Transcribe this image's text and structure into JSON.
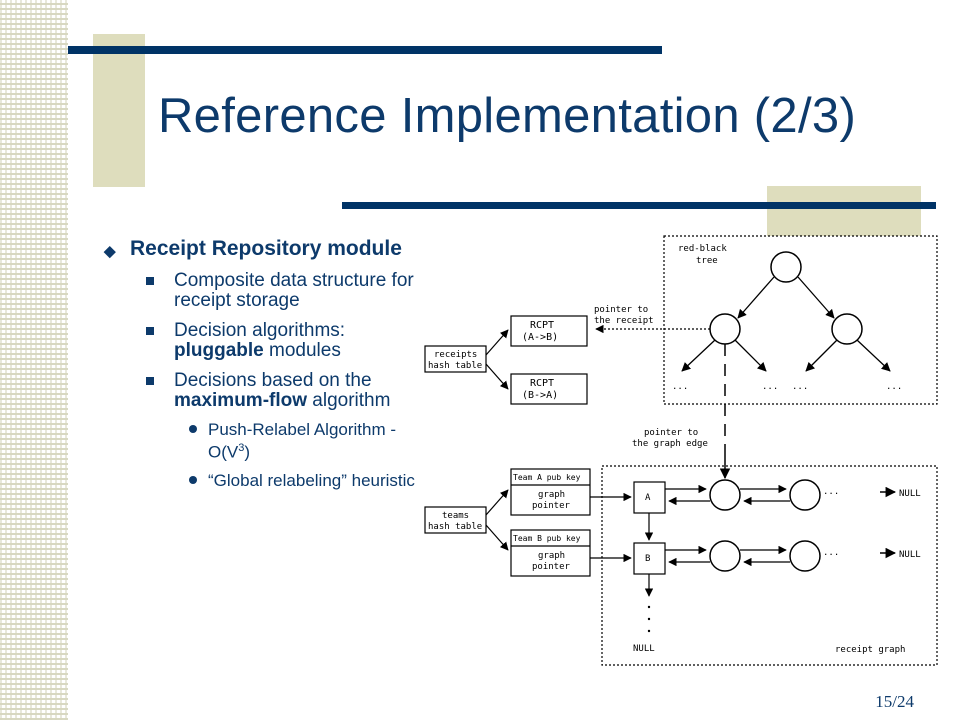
{
  "slide": {
    "title": "Reference Implementation (2/3)",
    "page_number": "15/24",
    "accent_color": "#003366",
    "text_color": "#0d3a6b"
  },
  "bullets": {
    "l1_text": "Receipt Repository module",
    "l2_a": "Composite data structure for receipt storage",
    "l2_b_pre": "Decision algorithms: ",
    "l2_b_bold": "pluggable",
    "l2_b_post": " modules",
    "l2_c_pre": "Decisions based on the ",
    "l2_c_bold": "maximum-flow",
    "l2_c_post": " algorithm",
    "l3_a_pre": "Push-Relabel Algorithm - O(V",
    "l3_a_sup": "3",
    "l3_a_post": ")",
    "l3_b": "“Global relabeling” heuristic"
  },
  "diagram": {
    "rb_tree_label_1": "red-black",
    "rb_tree_label_2": "tree",
    "pointer_receipt_1": "pointer to",
    "pointer_receipt_2": "the receipt",
    "receipts_table_1": "receipts",
    "receipts_table_2": "hash table",
    "rcpt_ab_1": "RCPT",
    "rcpt_ab_2": "(A->B)",
    "rcpt_ba_1": "RCPT",
    "rcpt_ba_2": "(B->A)",
    "ellipsis": "...",
    "pointer_edge_1": "pointer to",
    "pointer_edge_2": "the graph edge",
    "teams_table_1": "teams",
    "teams_table_2": "hash table",
    "team_a_key": "Team A pub key",
    "team_b_key": "Team B pub key",
    "graph_pointer_1": "graph",
    "graph_pointer_2": "pointer",
    "node_a": "A",
    "node_b": "B",
    "null_label": "NULL",
    "receipt_graph_label": "receipt graph"
  }
}
